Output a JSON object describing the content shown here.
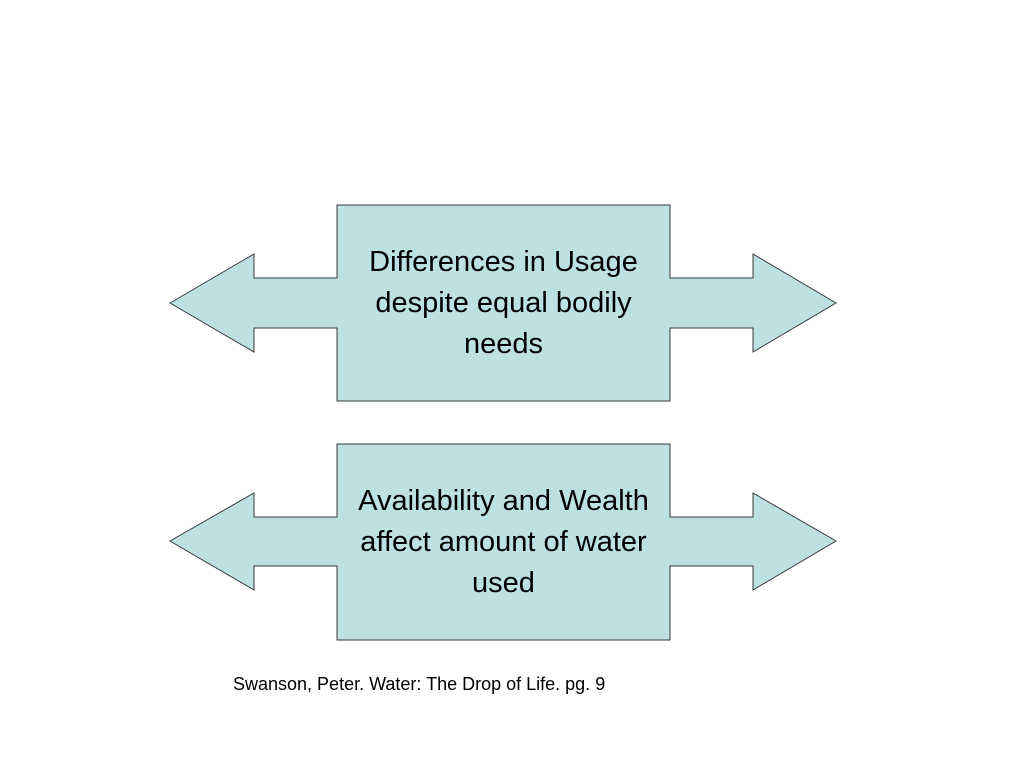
{
  "diagram": {
    "nodes": [
      {
        "id": "usage",
        "label": "Differences in Usage despite equal bodily needs"
      },
      {
        "id": "availability",
        "label": "Availability and Wealth affect amount of water used"
      }
    ],
    "citation": "Swanson, Peter. Water: The Drop of Life. pg. 9",
    "colors": {
      "fill": "#bde0e3",
      "stroke": "#3a3a3a"
    }
  }
}
